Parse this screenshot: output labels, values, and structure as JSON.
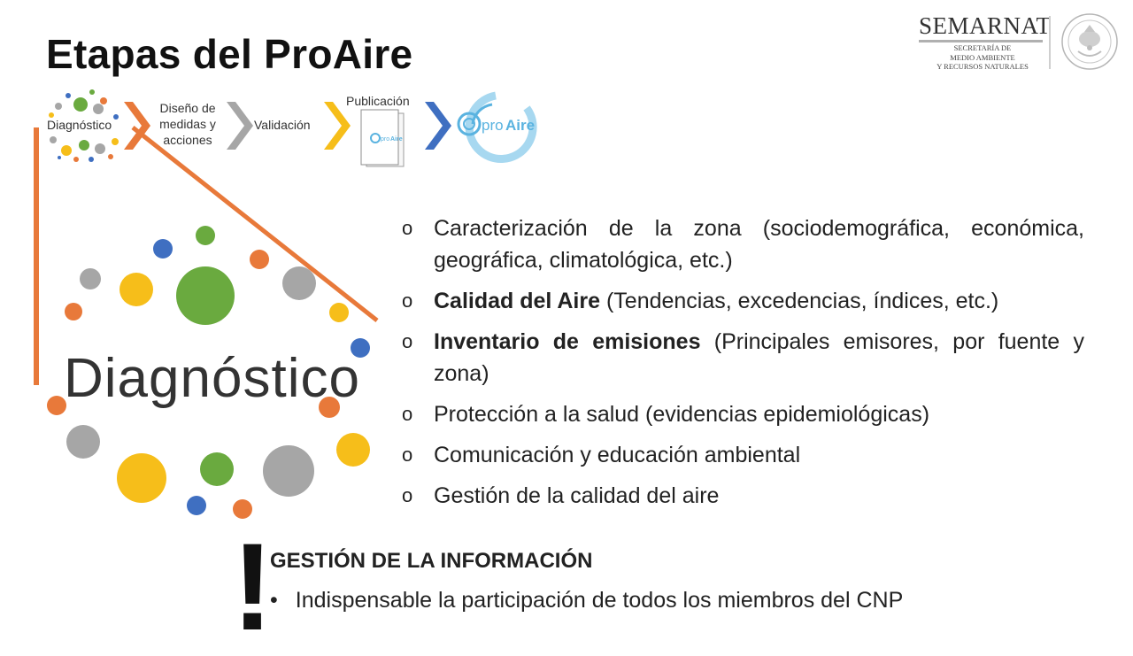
{
  "title": "Etapas del ProAire",
  "logo": {
    "name": "SEMARNAT",
    "subtitle_lines": [
      "SECRETARÍA DE",
      "MEDIO AMBIENTE",
      "Y RECURSOS NATURALES"
    ]
  },
  "stages": [
    {
      "label": "Diagnóstico"
    },
    {
      "label": "Diseño de medidas y acciones",
      "lines": [
        "Diseño de",
        "medidas y",
        "acciones"
      ]
    },
    {
      "label": "Validación"
    },
    {
      "label": "Publicación"
    }
  ],
  "proaire_logo_text": {
    "pro": "pro",
    "aire": "Aire"
  },
  "diagnostico_word": "Diagnóstico",
  "bullets": [
    {
      "bold": "",
      "text": "Caracterización de la zona (sociodemográfica, económica, geográfica, climatológica, etc.)"
    },
    {
      "bold": "Calidad del Aire",
      "text": " (Tendencias, excedencias, índices, etc.)"
    },
    {
      "bold": "Inventario de emisiones",
      "text": " (Principales emisores, por fuente y zona)"
    },
    {
      "bold": "",
      "text": "Protección a la salud (evidencias epidemiológicas)"
    },
    {
      "bold": "",
      "text": "Comunicación y educación ambiental"
    },
    {
      "bold": "",
      "text": "Gestión de la calidad del aire"
    }
  ],
  "bullet_marker": "o",
  "exclamation": "!",
  "gestion": {
    "title": "GESTIÓN DE LA INFORMACIÓN",
    "item": "Indispensable la participación de todos los miembros del CNP"
  },
  "colors": {
    "orange": "#e8793a",
    "green": "#6aaa3f",
    "blue": "#3f6fc1",
    "yellow": "#f6be1a",
    "gray": "#a6a6a6",
    "proaire_blue": "#5ab3e0"
  }
}
